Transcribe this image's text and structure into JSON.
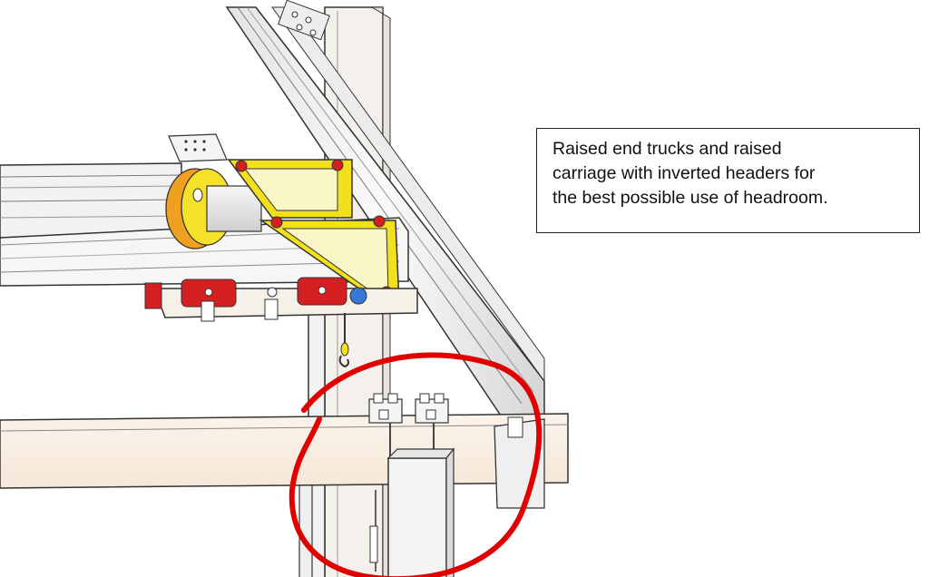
{
  "callout": {
    "lines": [
      "Raised end trucks and raised",
      "carriage with inverted headers for",
      "the best possible use of headroom."
    ]
  },
  "highlight": {
    "color": "#e00000",
    "meaning": "highlight-circle"
  },
  "colors": {
    "bracket_yellow": "#f2e01c",
    "hoist_red": "#d42020",
    "rail_white": "#f6f6f6",
    "beam_tan": "#fbefe4",
    "outline": "#333333"
  }
}
